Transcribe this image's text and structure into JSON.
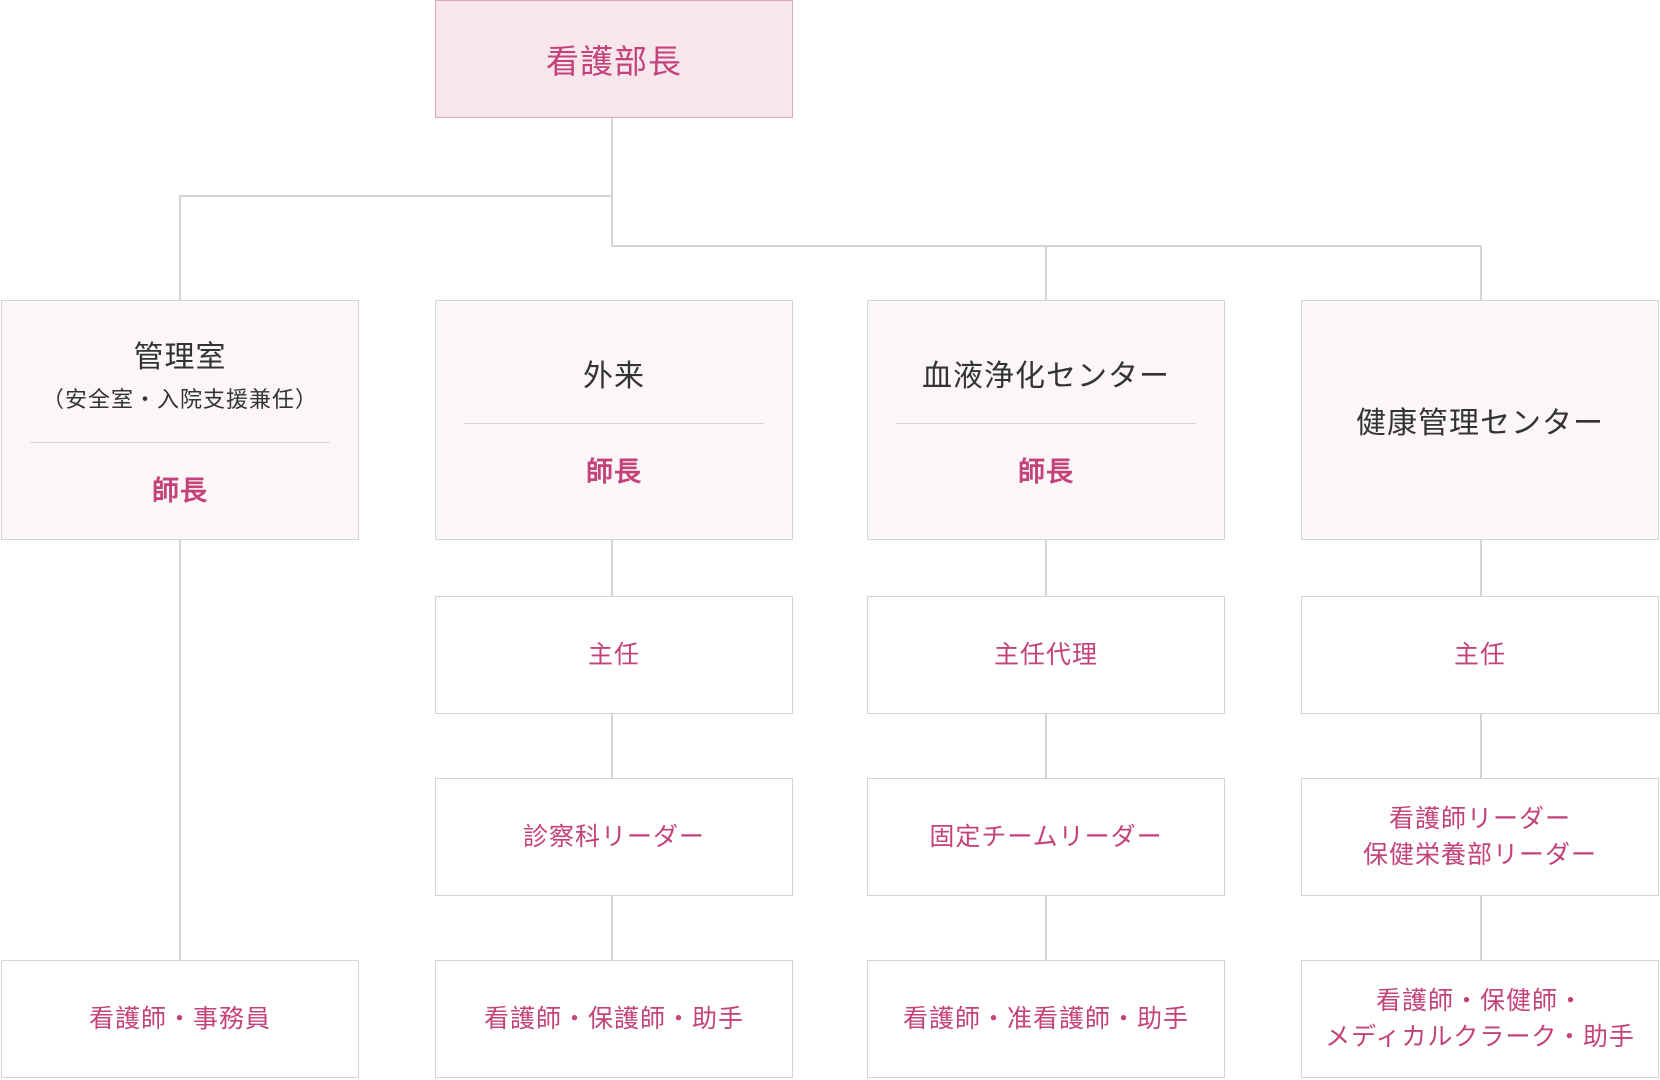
{
  "top": {
    "title": "看護部長"
  },
  "columns": [
    {
      "dept": "管理室",
      "dept_sub": "（安全室・入院支援兼任）",
      "head": "師長",
      "staff": "看護師・事務員"
    },
    {
      "dept": "外来",
      "head": "師長",
      "sub_role": "主任",
      "leader": "診察科リーダー",
      "staff": "看護師・保護師・助手"
    },
    {
      "dept": "血液浄化センター",
      "head": "師長",
      "sub_role": "主任代理",
      "leader": "固定チームリーダー",
      "staff": "看護師・准看護師・助手"
    },
    {
      "dept": "健康管理センター",
      "sub_role": "主任",
      "leader_lines": [
        "看護師リーダー",
        "保健栄養部リーダー"
      ],
      "staff_lines": [
        "看護師・保健師・",
        "メディカルクラーク・助手"
      ]
    }
  ],
  "colors": {
    "accent": "#c4427a",
    "line": "#d4d4d4",
    "top_fill": "#f7e6ec",
    "dept_fill": "#fbf6f7"
  }
}
